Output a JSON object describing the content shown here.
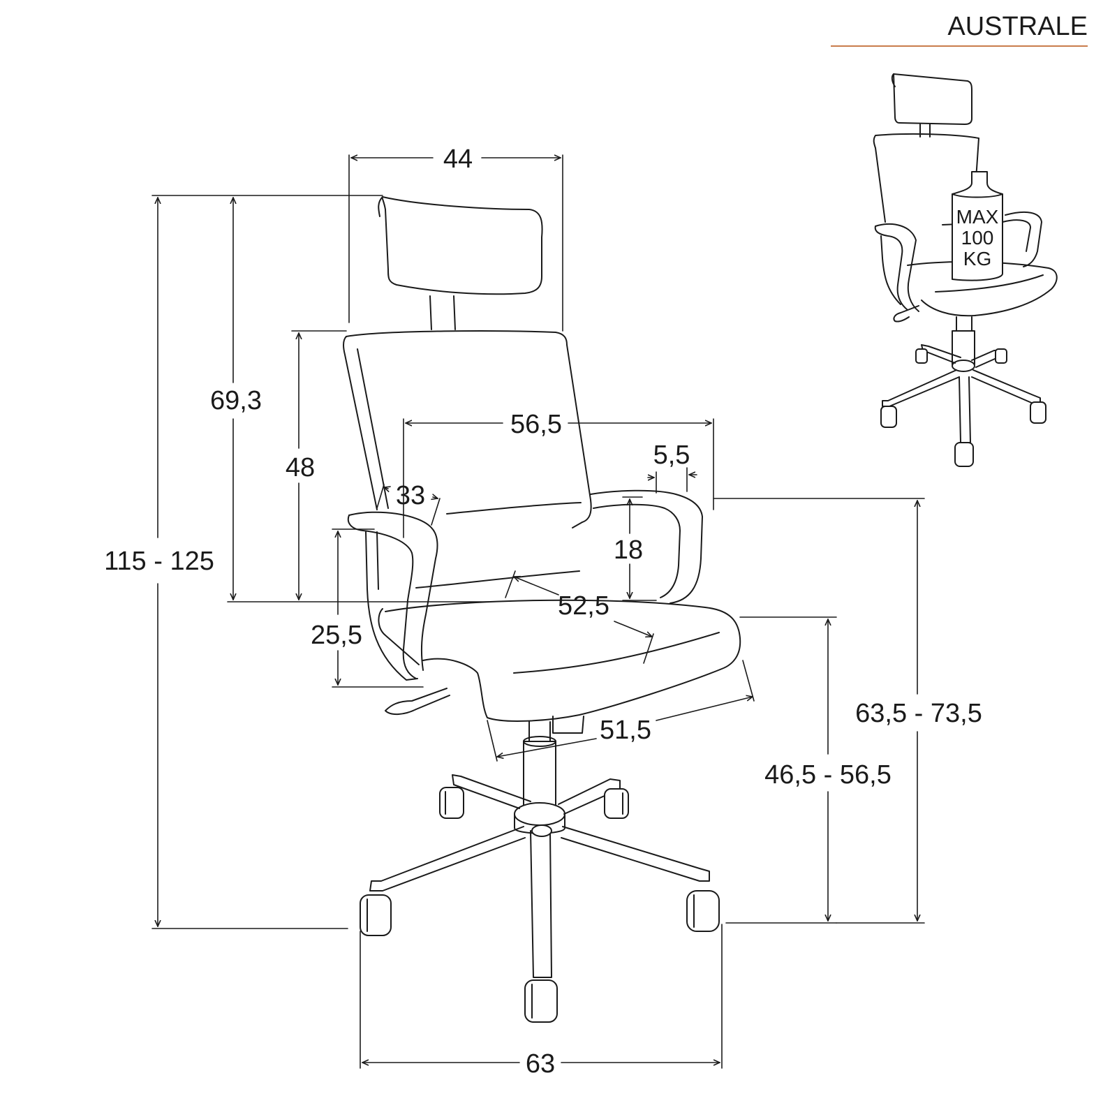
{
  "brand": {
    "title": "AUSTRALE",
    "underline_color": "#c97c4b"
  },
  "badge": {
    "line1": "MAX",
    "line2": "100",
    "line3": "KG"
  },
  "dimensions": {
    "headrest_width": "44",
    "total_height": "115 - 125",
    "backrest_top_to_seat": "69,3",
    "backrest_height": "48",
    "armrest_span": "56,5",
    "armrest_pad_width": "5,5",
    "armrest_depth": "33",
    "armrest_height_above_seat": "18",
    "armrest_pad_height": "25,5",
    "seat_depth": "52,5",
    "seat_width": "51,5",
    "seat_height": "46,5 - 56,5",
    "armrest_height_from_floor": "63,5 - 73,5",
    "base_width": "63"
  }
}
